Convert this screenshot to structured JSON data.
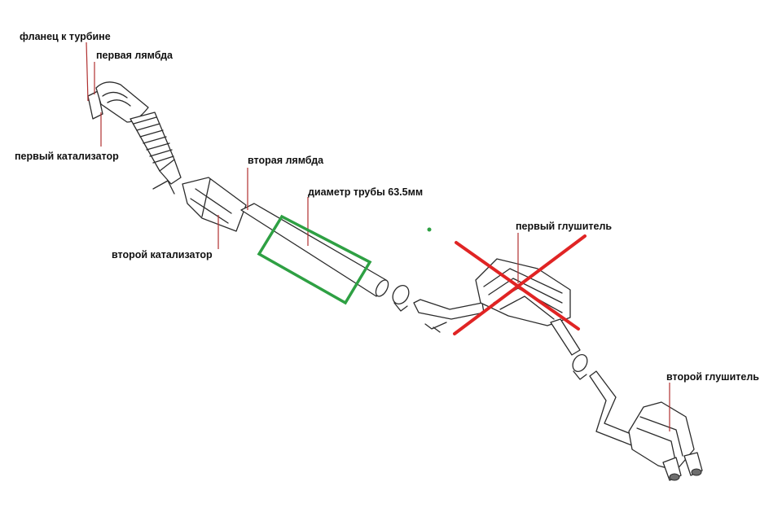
{
  "labels": {
    "turbo_flange": "фланец к турбине",
    "first_lambda": "первая лямбда",
    "first_catalyst": "первый катализатор",
    "second_lambda": "вторая лямбда",
    "pipe_diameter": "диаметр трубы 63.5мм",
    "second_catalyst": "второй катализатор",
    "first_muffler": "первый глушитель",
    "second_muffler": "второй глушитель"
  },
  "colors": {
    "leader_lines": "#b03030",
    "highlight_box": "#2ea043",
    "cross_mark": "#e02424",
    "part_outline": "#2b2b2b"
  }
}
